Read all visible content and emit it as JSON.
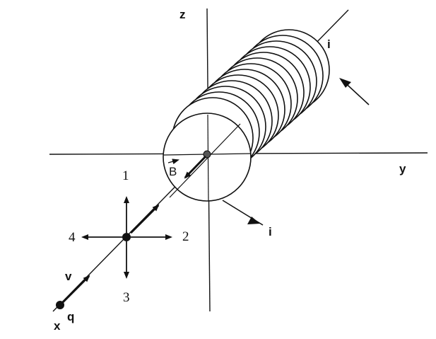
{
  "axes": {
    "z": "z",
    "y": "y",
    "x": "x"
  },
  "solenoid": {
    "current_top": "i",
    "current_bottom": "i"
  },
  "field": {
    "label": "B"
  },
  "charge": {
    "label": "q",
    "velocity": "v"
  },
  "directions": {
    "d1": "1",
    "d2": "2",
    "d3": "3",
    "d4": "4"
  }
}
